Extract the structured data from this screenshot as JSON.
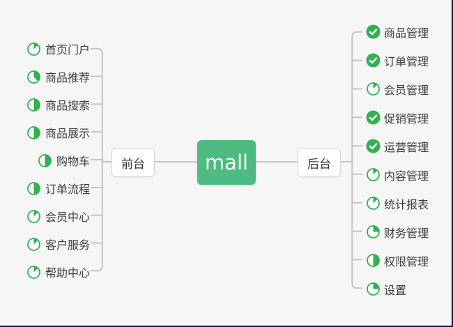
{
  "root": {
    "label": "mall"
  },
  "branches": {
    "front": {
      "label": "前台",
      "items": [
        {
          "label": "首页门户",
          "icon": "pie-progress",
          "progress": 0.125
        },
        {
          "label": "商品推荐",
          "icon": "pie-progress",
          "progress": 0.375
        },
        {
          "label": "商品搜索",
          "icon": "pie-progress",
          "progress": 0.5
        },
        {
          "label": "商品展示",
          "icon": "pie-progress",
          "progress": 0.5
        },
        {
          "label": "购物车",
          "icon": "pie-progress",
          "progress": 0.5
        },
        {
          "label": "订单流程",
          "icon": "pie-progress",
          "progress": 0.5
        },
        {
          "label": "会员中心",
          "icon": "pie-progress",
          "progress": 0.125
        },
        {
          "label": "客户服务",
          "icon": "pie-progress",
          "progress": 0.125
        },
        {
          "label": "帮助中心",
          "icon": "pie-progress",
          "progress": 0.125
        }
      ]
    },
    "back": {
      "label": "后台",
      "items": [
        {
          "label": "商品管理",
          "icon": "check-complete"
        },
        {
          "label": "订单管理",
          "icon": "check-complete"
        },
        {
          "label": "会员管理",
          "icon": "pie-progress",
          "progress": 0.125
        },
        {
          "label": "促销管理",
          "icon": "check-complete"
        },
        {
          "label": "运营管理",
          "icon": "check-complete"
        },
        {
          "label": "内容管理",
          "icon": "pie-progress",
          "progress": 0.125
        },
        {
          "label": "统计报表",
          "icon": "pie-progress",
          "progress": 0.125
        },
        {
          "label": "财务管理",
          "icon": "pie-progress",
          "progress": 0.25
        },
        {
          "label": "权限管理",
          "icon": "pie-progress",
          "progress": 0.5
        },
        {
          "label": "设置",
          "icon": "pie-progress",
          "progress": 0.25
        }
      ]
    }
  },
  "colors": {
    "icon_green": "#31b251",
    "root_green": "#4dbb82",
    "line_gray": "#c4c4c4",
    "edge_border": "#15154a"
  }
}
